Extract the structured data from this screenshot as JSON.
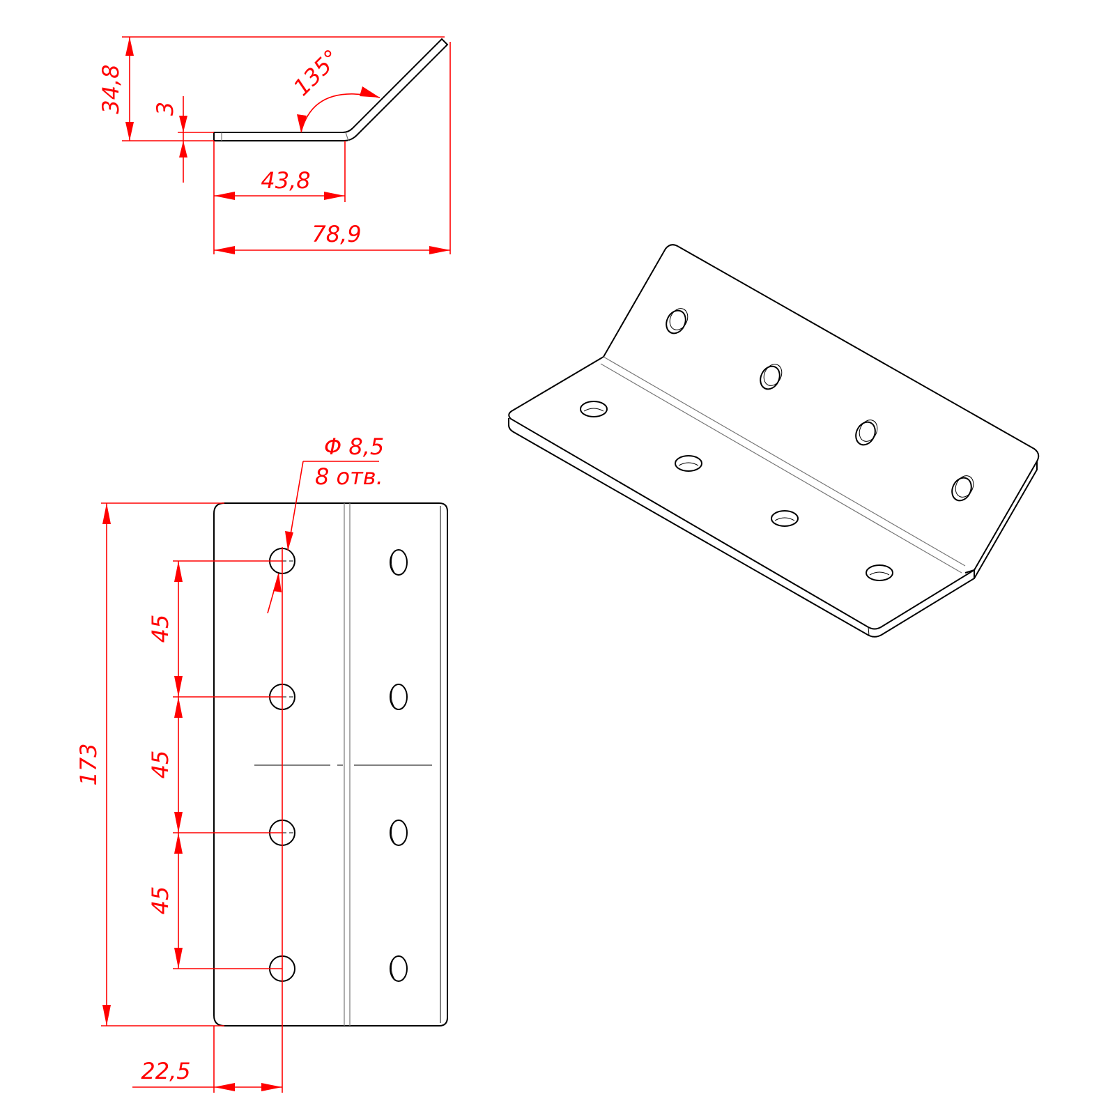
{
  "dimensions": {
    "height_total": "34,8",
    "thickness": "3",
    "angle": "135°",
    "flat_length": "43,8",
    "overall_width": "78,9",
    "hole_diameter": "Φ 8,5",
    "hole_count": "8 отв.",
    "length": "173",
    "hole_pitch_1": "45",
    "hole_pitch_2": "45",
    "hole_pitch_3": "45",
    "edge_offset": "22,5"
  },
  "colors": {
    "dimension": "#ff0000",
    "outline": "#000000",
    "bend_line": "#777777"
  }
}
